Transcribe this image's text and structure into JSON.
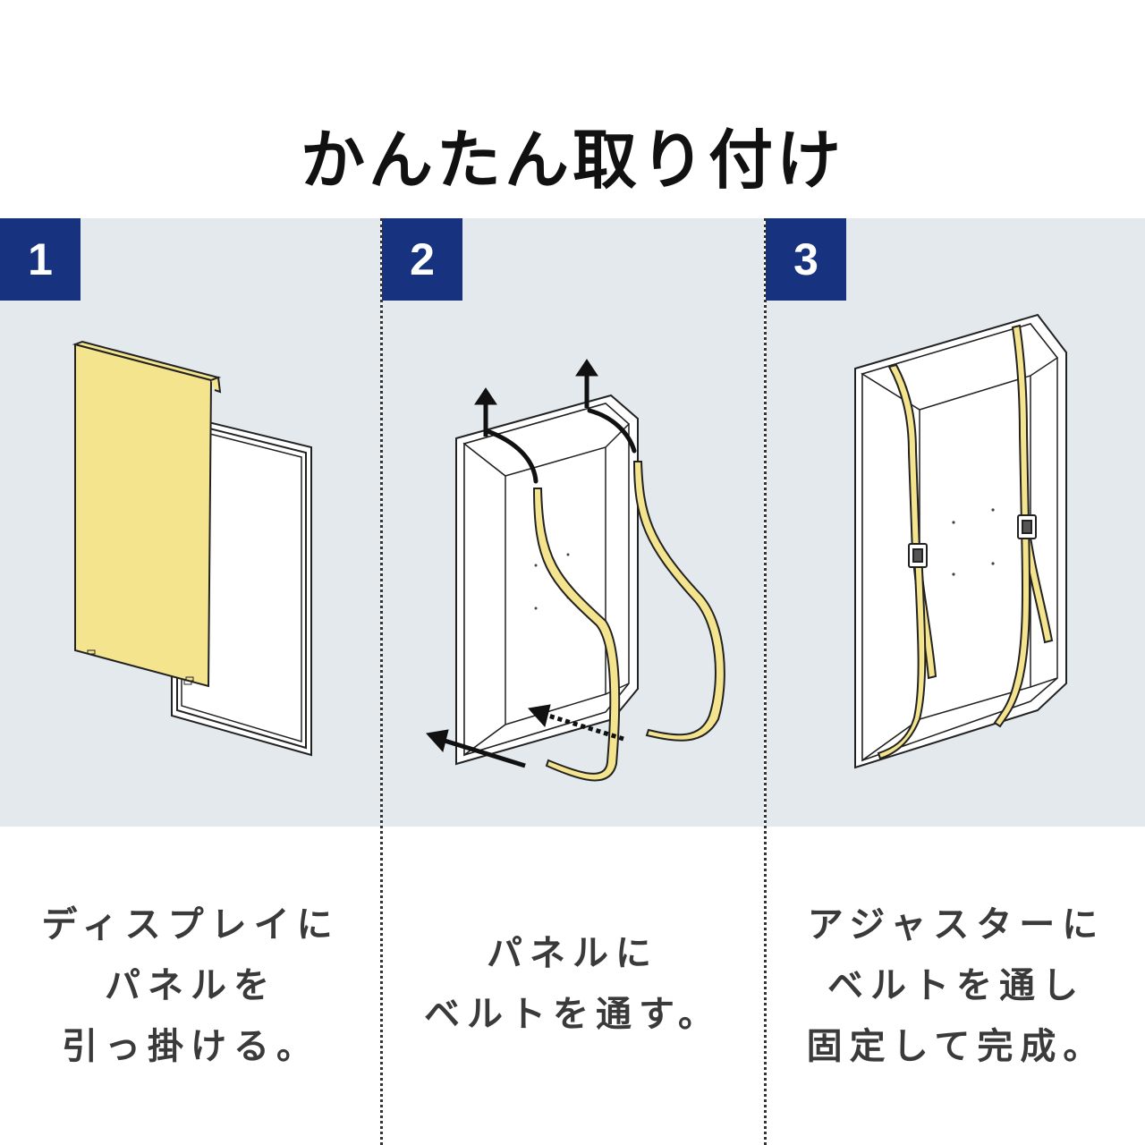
{
  "title": "かんたん取り付け",
  "steps": [
    {
      "number": "1",
      "lines": [
        "ディスプレイに",
        "パネルを",
        "引っ掛ける。"
      ]
    },
    {
      "number": "2",
      "lines": [
        "パネルに",
        "ベルトを通す。"
      ]
    },
    {
      "number": "3",
      "lines": [
        "アジャスターに",
        "ベルトを通し",
        "固定して完成。"
      ]
    }
  ],
  "colors": {
    "panel_background": "#e3e9ed",
    "badge": "#173380",
    "yellow_panel": "#f5e48e",
    "belt": "#f5e48e"
  }
}
